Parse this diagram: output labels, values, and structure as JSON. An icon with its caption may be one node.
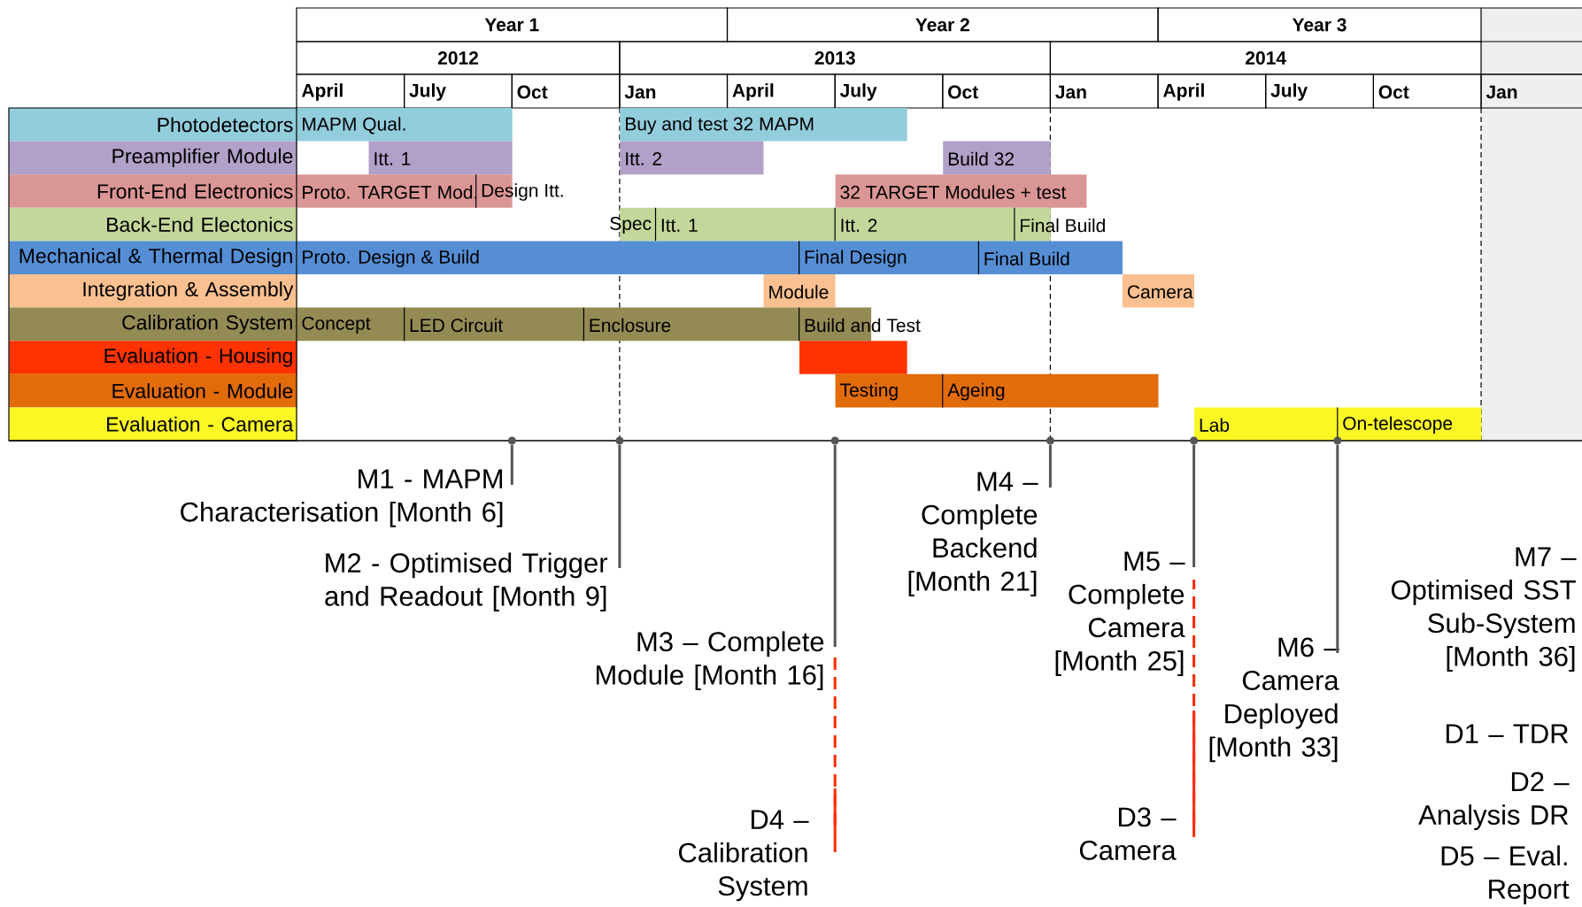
{
  "diagram": {
    "nodes": [
      {
        "text": [
          "Photodetectors"
        ]
      },
      {
        "text": [
          "Preamplifier Module"
        ]
      },
      {
        "text": [
          "Front-End Electronics"
        ]
      },
      {
        "text": [
          "Back-End Electonics"
        ]
      },
      {
        "text": [
          "Mechanical & Thermal Design"
        ]
      },
      {
        "text": [
          "Integration & Assembly"
        ]
      },
      {
        "text": [
          "Calibration System"
        ]
      },
      {
        "text": [
          "Evaluation - Housing"
        ]
      },
      {
        "text": [
          "Evaluation - Module"
        ]
      },
      {
        "text": [
          "Evaluation - Camera"
        ]
      },
      {
        "text": [
          "MAPM Qual."
        ]
      },
      {
        "text": [
          "Buy and test 32 MAPM"
        ]
      },
      {
        "text": [
          "Itt. 1"
        ]
      },
      {
        "text": [
          "Itt. 2"
        ]
      },
      {
        "text": [
          "Build 32"
        ]
      },
      {
        "text": [
          "Proto. TARGET Mod."
        ]
      },
      {
        "text": [
          "Design Itt."
        ]
      },
      {
        "text": [
          "32 TARGET Modules + test"
        ]
      },
      {
        "text": [
          "Spec"
        ]
      },
      {
        "text": [
          "Itt. 1"
        ]
      },
      {
        "text": [
          "Itt. 2"
        ]
      },
      {
        "text": [
          "Final Build"
        ]
      },
      {
        "text": [
          "Proto. Design & Build"
        ]
      },
      {
        "text": [
          "Final Design"
        ]
      },
      {
        "text": [
          "Final Build"
        ]
      },
      {
        "text": [
          "Module"
        ]
      },
      {
        "text": [
          "Camera"
        ]
      },
      {
        "text": [
          "Concept"
        ]
      },
      {
        "text": [
          "LED Circuit"
        ]
      },
      {
        "text": [
          "Enclosure"
        ]
      },
      {
        "text": [
          "Build and Test"
        ]
      },
      {
        "text": [],
        "shape": "bar"
      },
      {
        "text": [
          "Testing"
        ]
      },
      {
        "text": [
          "Ageing"
        ]
      },
      {
        "text": [
          "Lab"
        ]
      },
      {
        "text": [
          "On-telescope"
        ]
      },
      {
        "text": [],
        "shape": "circle"
      },
      {
        "text": [],
        "shape": "circle"
      },
      {
        "text": [],
        "shape": "circle"
      },
      {
        "text": [],
        "shape": "circle"
      },
      {
        "text": [],
        "shape": "circle"
      },
      {
        "text": [],
        "shape": "circle"
      },
      {
        "text": [
          "M1 - MAPM Characterisation [Month 6]"
        ]
      },
      {
        "text": [
          "M2 - Optimised Trigger and Readout [Month 9]"
        ]
      },
      {
        "text": [
          "M3 – Complete Module [Month 16]"
        ]
      },
      {
        "text": [
          "M4 – Complete Backend [Month 21]"
        ]
      },
      {
        "text": [
          "M5 – Complete Camera [Month 25]"
        ]
      },
      {
        "text": [
          "M6 – Camera Deployed [Month 33]"
        ]
      },
      {
        "text": [
          "D4 – Calibration System"
        ]
      },
      {
        "text": [
          "D3 – Camera"
        ]
      }
    ],
    "edges": [
      {
        "from": 42,
        "to": 36,
        "arrow": "none"
      },
      {
        "from": 43,
        "to": 37,
        "arrow": "none"
      },
      {
        "from": 44,
        "to": 38,
        "arrow": "none"
      },
      {
        "from": 45,
        "to": 39,
        "arrow": "none"
      },
      {
        "from": 46,
        "to": 40,
        "arrow": "none"
      },
      {
        "from": 47,
        "to": 41,
        "arrow": "none"
      },
      {
        "from": 48,
        "to": 44,
        "arrow": "none",
        "style": "dashed",
        "color": "#ff2a00"
      },
      {
        "from": 49,
        "to": 46,
        "arrow": "none",
        "style": "dashed",
        "color": "#ff2a00"
      }
    ],
    "labels": [
      "Year 1",
      "Year 2",
      "Year 3",
      "2012",
      "2013",
      "2014",
      "April",
      "July",
      "Oct",
      "Jan",
      "April",
      "July",
      "Oct",
      "Jan",
      "April",
      "July",
      "Oct",
      "Jan",
      "M7 – Optimised SST Sub-System [Month 36]",
      "D1 – TDR",
      "D2 – Analysis DR",
      "D5 – Eval. Report"
    ]
  }
}
